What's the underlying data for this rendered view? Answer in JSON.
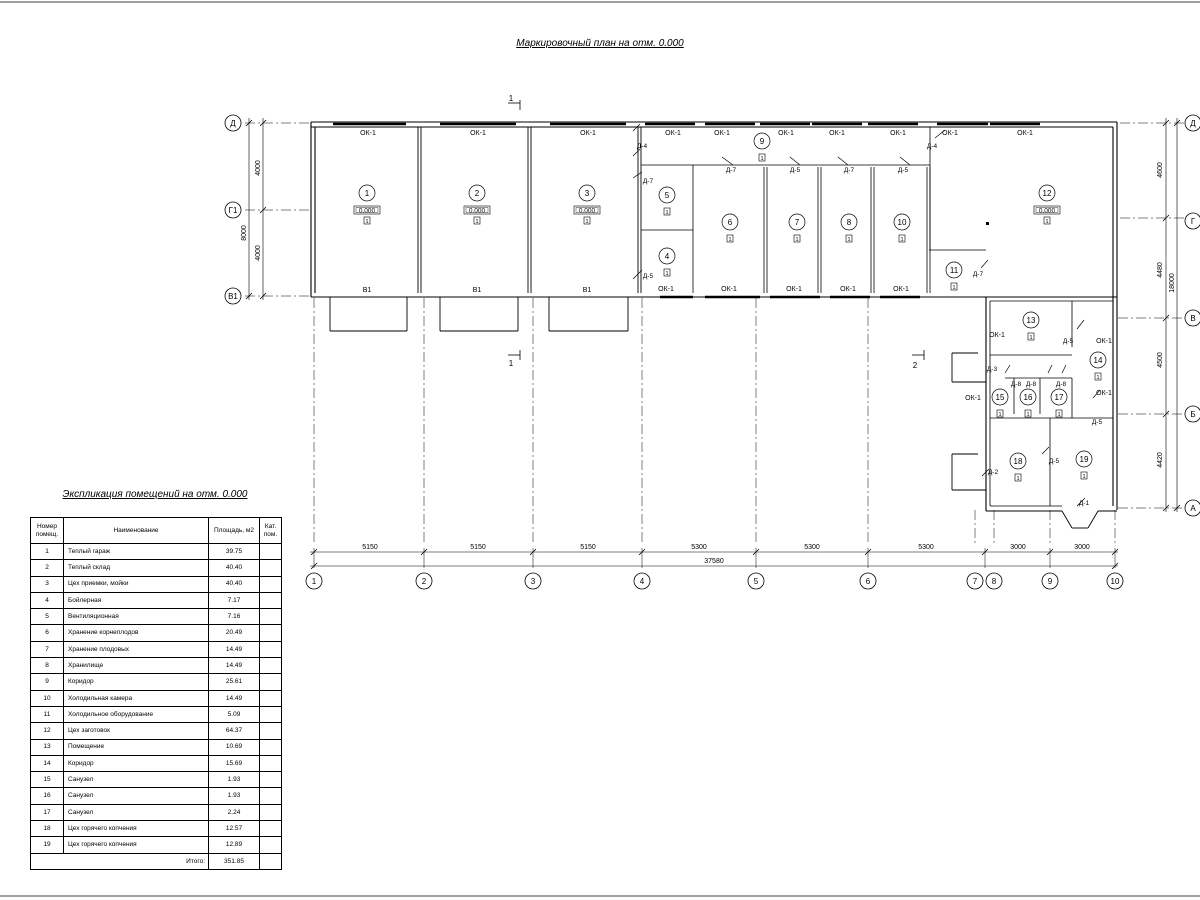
{
  "plan": {
    "title": "Маркировочный план на отм. 0.000",
    "section_marks": [
      "1",
      "1",
      "2"
    ],
    "window_label": "ОК-1",
    "gate_label": "В1",
    "elevation": "0.000",
    "floor_mark": "1",
    "rooms": [
      "1",
      "2",
      "3",
      "4",
      "5",
      "6",
      "7",
      "8",
      "9",
      "10",
      "11",
      "12",
      "13",
      "14",
      "15",
      "16",
      "17",
      "18",
      "19"
    ],
    "doors": [
      "Д-1",
      "Д-2",
      "Д-3",
      "Д-4",
      "Д-5",
      "Д-6",
      "Д-7",
      "Д-8"
    ],
    "axes_vertical": [
      "1",
      "2",
      "3",
      "4",
      "5",
      "6",
      "7",
      "8",
      "9",
      "10"
    ],
    "axes_left": [
      "Д",
      "Г1",
      "В1"
    ],
    "axes_right": [
      "Д",
      "Г",
      "В",
      "Б",
      "А"
    ],
    "dims_bottom": [
      "5150",
      "5150",
      "5150",
      "5300",
      "5300",
      "5300",
      "3000",
      "3000"
    ],
    "dim_total_bottom": "37580",
    "dims_left": [
      "4000",
      "4000"
    ],
    "dim_total_left": "8000",
    "dims_right": [
      "4600",
      "4480",
      "4500",
      "4420"
    ],
    "dim_total_right": "18000"
  },
  "explication": {
    "title": "Экспликация помещений на отм. 0.000",
    "headers": {
      "num": "Номер помещ.",
      "name": "Наименование",
      "area": "Площадь, м2",
      "cat": "Кат. пом."
    },
    "rows": [
      {
        "num": "1",
        "name": "Теплый гараж",
        "area": "39.75"
      },
      {
        "num": "2",
        "name": "Теплый склад",
        "area": "40.40"
      },
      {
        "num": "3",
        "name": "Цех приемки, мойки",
        "area": "40.40"
      },
      {
        "num": "4",
        "name": "Бойлерная",
        "area": "7.17"
      },
      {
        "num": "5",
        "name": "Вентиляционная",
        "area": "7.16"
      },
      {
        "num": "6",
        "name": "Хранение корнеплодов",
        "area": "20.49"
      },
      {
        "num": "7",
        "name": "Хранение плодовых",
        "area": "14.49"
      },
      {
        "num": "8",
        "name": "Хранилище",
        "area": "14.49"
      },
      {
        "num": "9",
        "name": "Коридор",
        "area": "25.61"
      },
      {
        "num": "10",
        "name": "Холодильная камера",
        "area": "14.49"
      },
      {
        "num": "11",
        "name": "Холодильное оборудование",
        "area": "5.09"
      },
      {
        "num": "12",
        "name": "Цех заготовок",
        "area": "64.37"
      },
      {
        "num": "13",
        "name": "Помещение",
        "area": "10.69"
      },
      {
        "num": "14",
        "name": "Коридор",
        "area": "15.69"
      },
      {
        "num": "15",
        "name": "Санузел",
        "area": "1.93"
      },
      {
        "num": "16",
        "name": "Санузел",
        "area": "1.93"
      },
      {
        "num": "17",
        "name": "Санузел",
        "area": "2.24"
      },
      {
        "num": "18",
        "name": "Цех горячего копчения",
        "area": "12.57"
      },
      {
        "num": "19",
        "name": "Цех горячего копчения",
        "area": "12.89"
      }
    ],
    "total_label": "Итого:",
    "total": "351.85"
  }
}
